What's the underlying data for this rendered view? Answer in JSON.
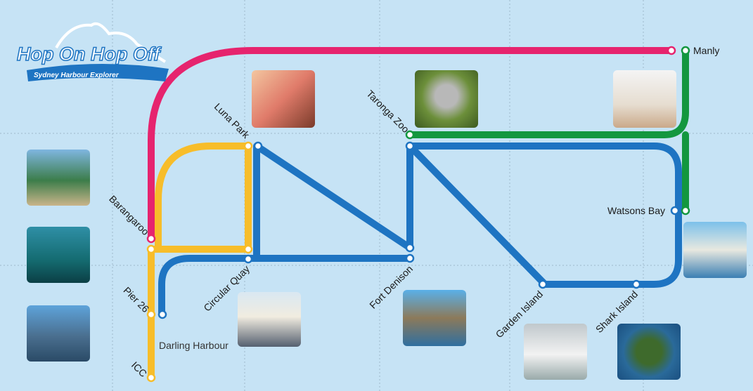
{
  "logo": {
    "title": "Hop On Hop Off",
    "subtitle": "Sydney Harbour Explorer"
  },
  "colors": {
    "pink": "#e6246e",
    "yellow": "#f7bd2a",
    "blue": "#1e74c2",
    "green": "#13973f",
    "background": "#c6e3f5"
  },
  "stations": {
    "manly": "Manly",
    "luna_park": "Luna Park",
    "taronga_zoo": "Taronga Zoo",
    "barangaroo": "Barangaroo",
    "watsons_bay": "Watsons Bay",
    "pier_26": "Pier 26",
    "circular_quay": "Circular Quay",
    "fort_denison": "Fort Denison",
    "garden_island": "Garden Island",
    "shark_island": "Shark Island",
    "darling_harbour": "Darling Harbour",
    "icc": "ICC"
  },
  "photos": [
    "luna-park-face",
    "koala",
    "beach-walkers",
    "harbour-walk",
    "aquarium",
    "darling-harbour-buildings",
    "opera-house-couple",
    "fort-denison",
    "navy-officers",
    "shark-island",
    "watsons-bay-restaurant"
  ]
}
